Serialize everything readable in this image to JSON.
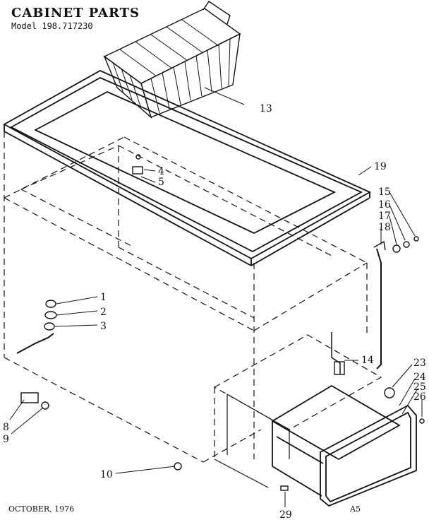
{
  "header": {
    "title": "CABINET PARTS",
    "model": "Model 198.717230"
  },
  "footer": {
    "date": "OCTOBER, 1976",
    "code": "A5"
  },
  "callouts": [
    "1",
    "2",
    "3",
    "4",
    "5",
    "8",
    "9",
    "10",
    "13",
    "14",
    "15",
    "16",
    "17",
    "18",
    "19",
    "23",
    "24",
    "25",
    "26",
    "29"
  ]
}
